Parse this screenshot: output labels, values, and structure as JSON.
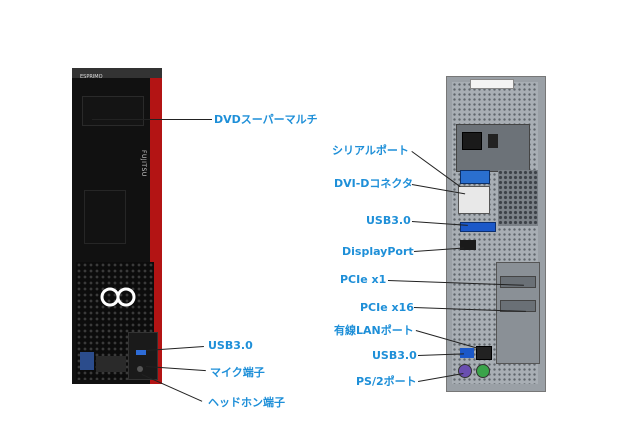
{
  "front": {
    "brand": "ESPRIMO",
    "vendor": "FUJITSU",
    "labels": {
      "dvd": "DVDスーパーマルチ",
      "usb3": "USB3.0",
      "mic": "マイク端子",
      "headphone": "ヘッドホン端子"
    }
  },
  "rear": {
    "labels": {
      "serial": "シリアルポート",
      "dvi": "DVI-Dコネクタ",
      "usb3_top": "USB3.0",
      "displayport": "DisplayPort",
      "pcie_x1": "PCIe x1",
      "pcie_x16": "PCIe x16",
      "lan": "有線LANポート",
      "usb3_bottom": "USB3.0",
      "ps2": "PS/2ポート"
    }
  },
  "colors": {
    "label": "#1e8fd8",
    "front_accent": "#b31414",
    "usb_blue": "#1b58c9"
  }
}
